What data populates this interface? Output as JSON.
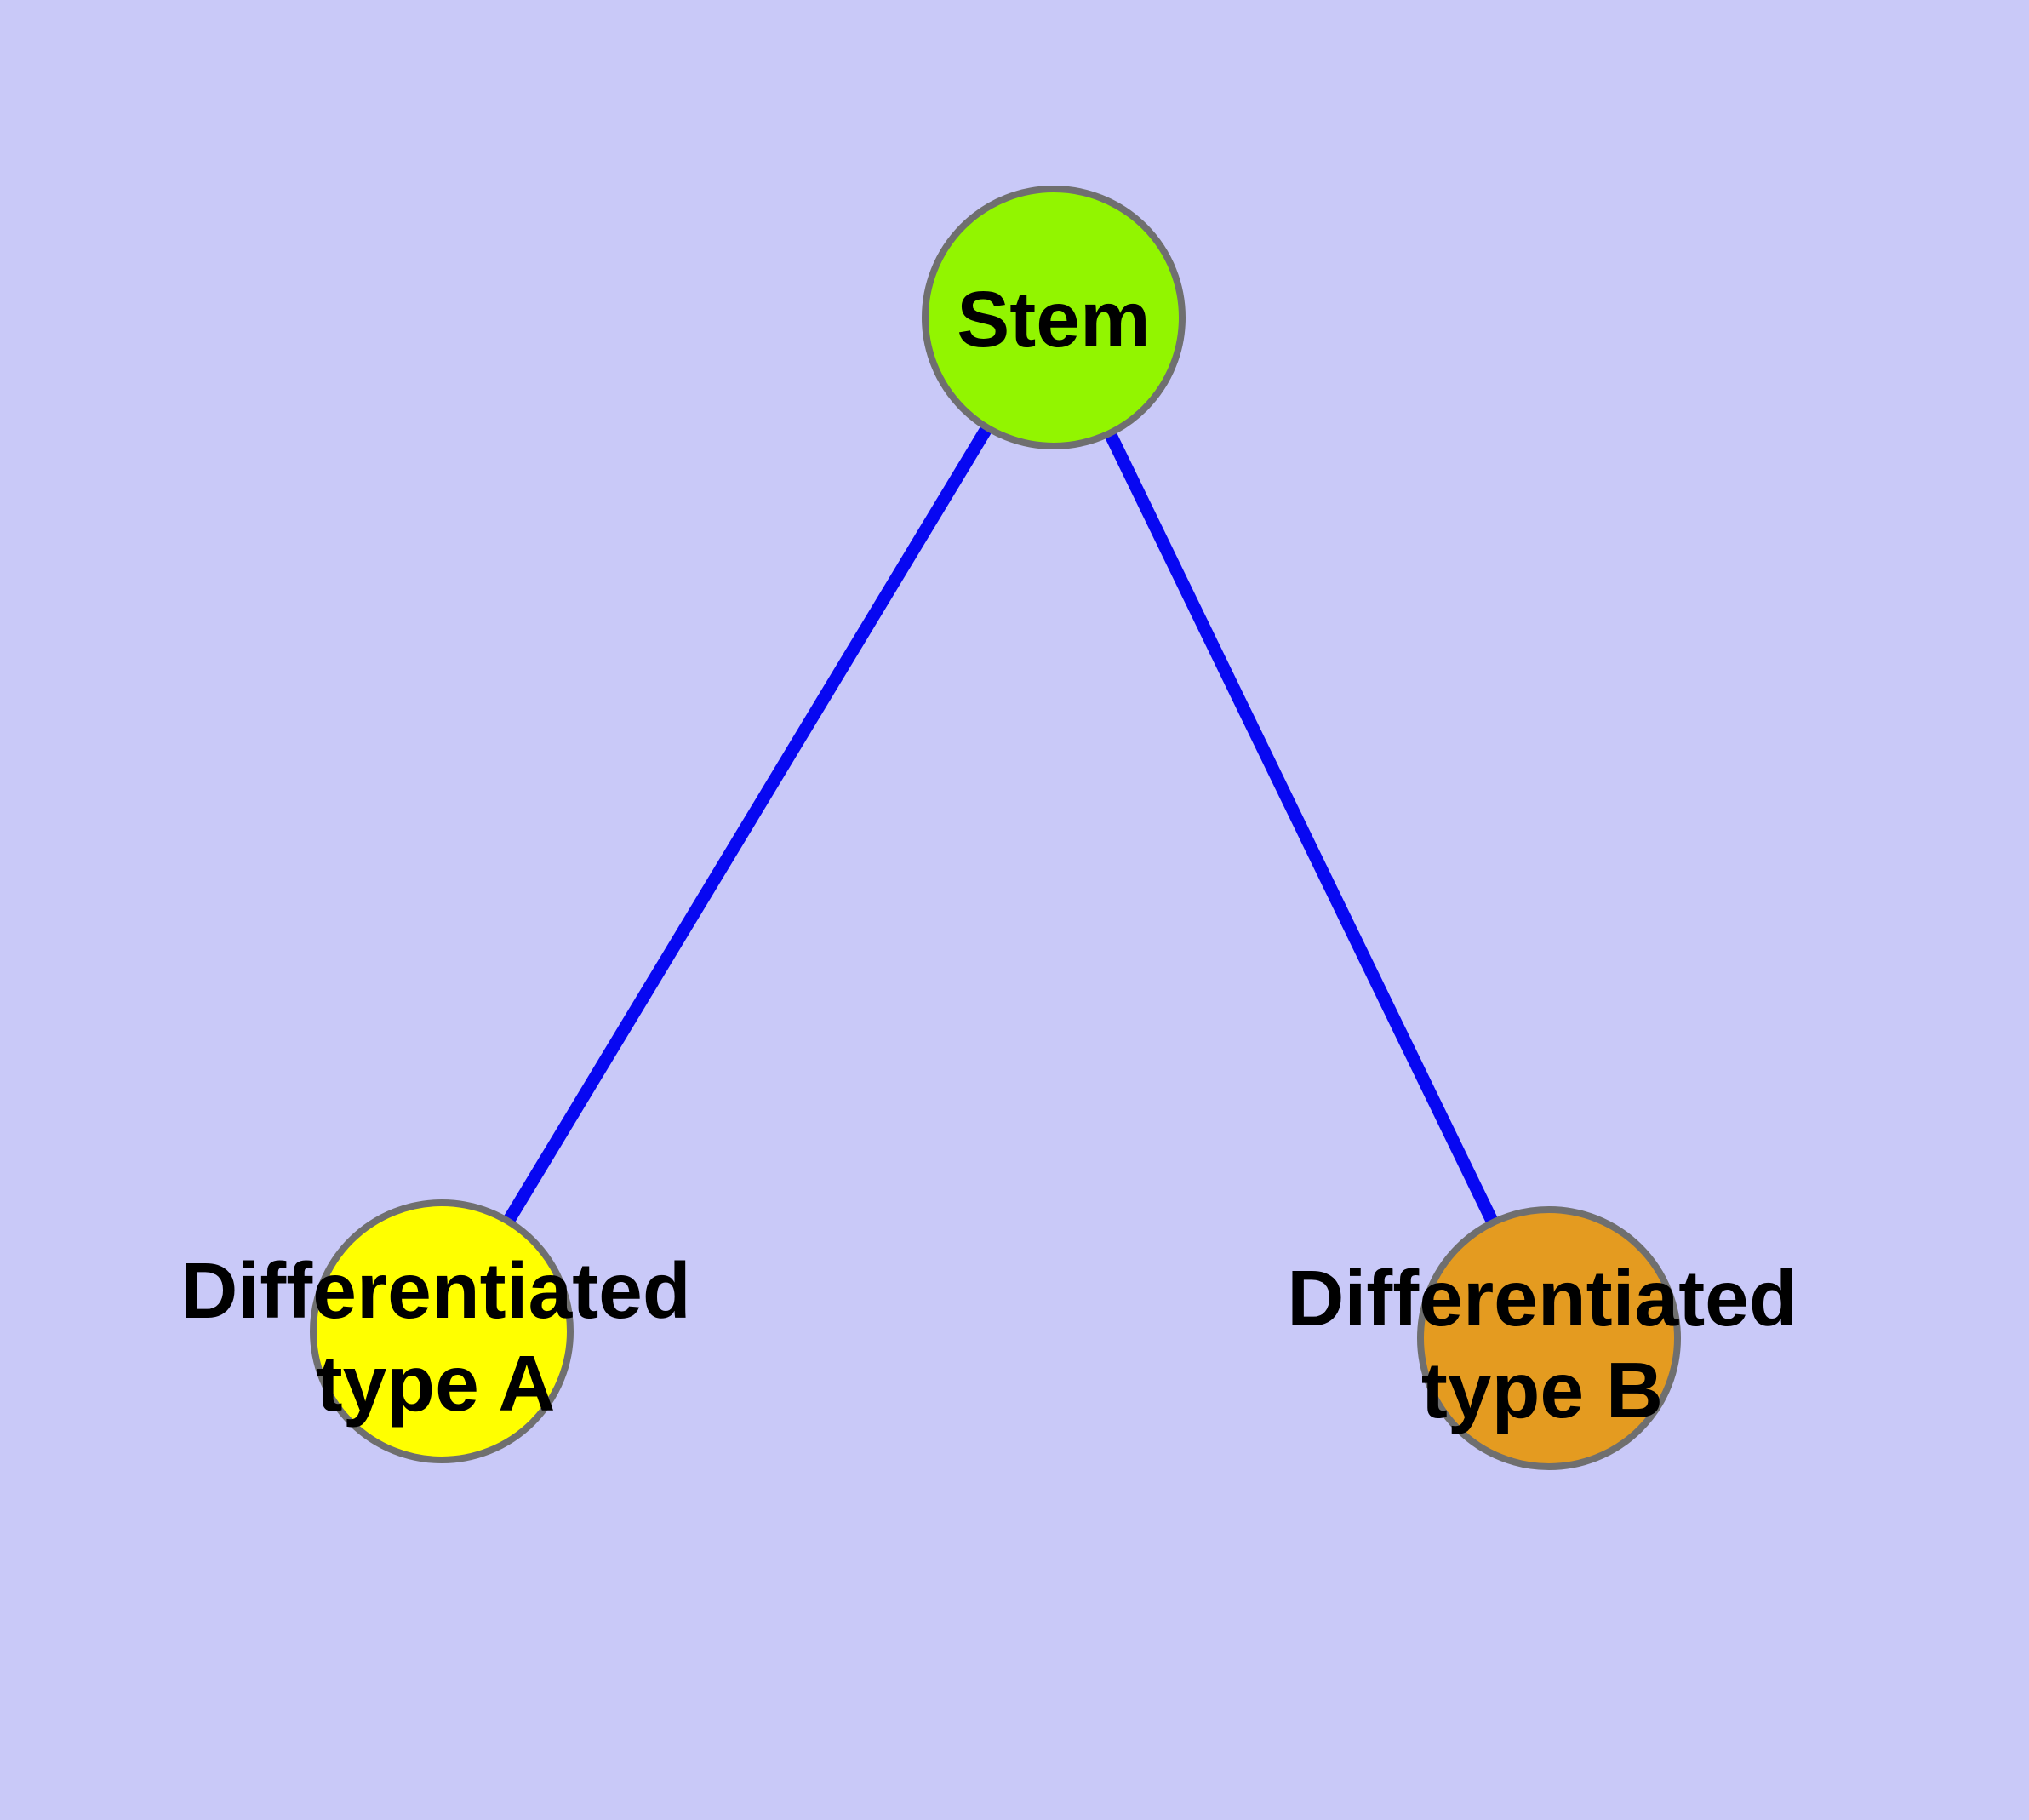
{
  "diagram": {
    "type": "node-link-graph",
    "background": "#C9C9F8",
    "colors": {
      "edge": "#0707F2",
      "node_border": "#6F6F6F",
      "label_text": "#000000",
      "stem_fill": "#92F500",
      "type_a_fill": "#FFFF00",
      "type_b_fill": "#E49B20"
    },
    "nodes": [
      {
        "id": "stem",
        "label": "Stem",
        "fill": "#92F500"
      },
      {
        "id": "type-a",
        "label": "Differentiated type A",
        "label_line1": "Differentiated",
        "label_line2": "type A",
        "fill": "#FFFF00"
      },
      {
        "id": "type-b",
        "label": "Differentiated type B",
        "label_line1": "Differentiated",
        "label_line2": "type B",
        "fill": "#E49B20"
      }
    ],
    "edges": [
      {
        "from": "stem",
        "to": "type-a"
      },
      {
        "from": "stem",
        "to": "type-b"
      }
    ]
  }
}
